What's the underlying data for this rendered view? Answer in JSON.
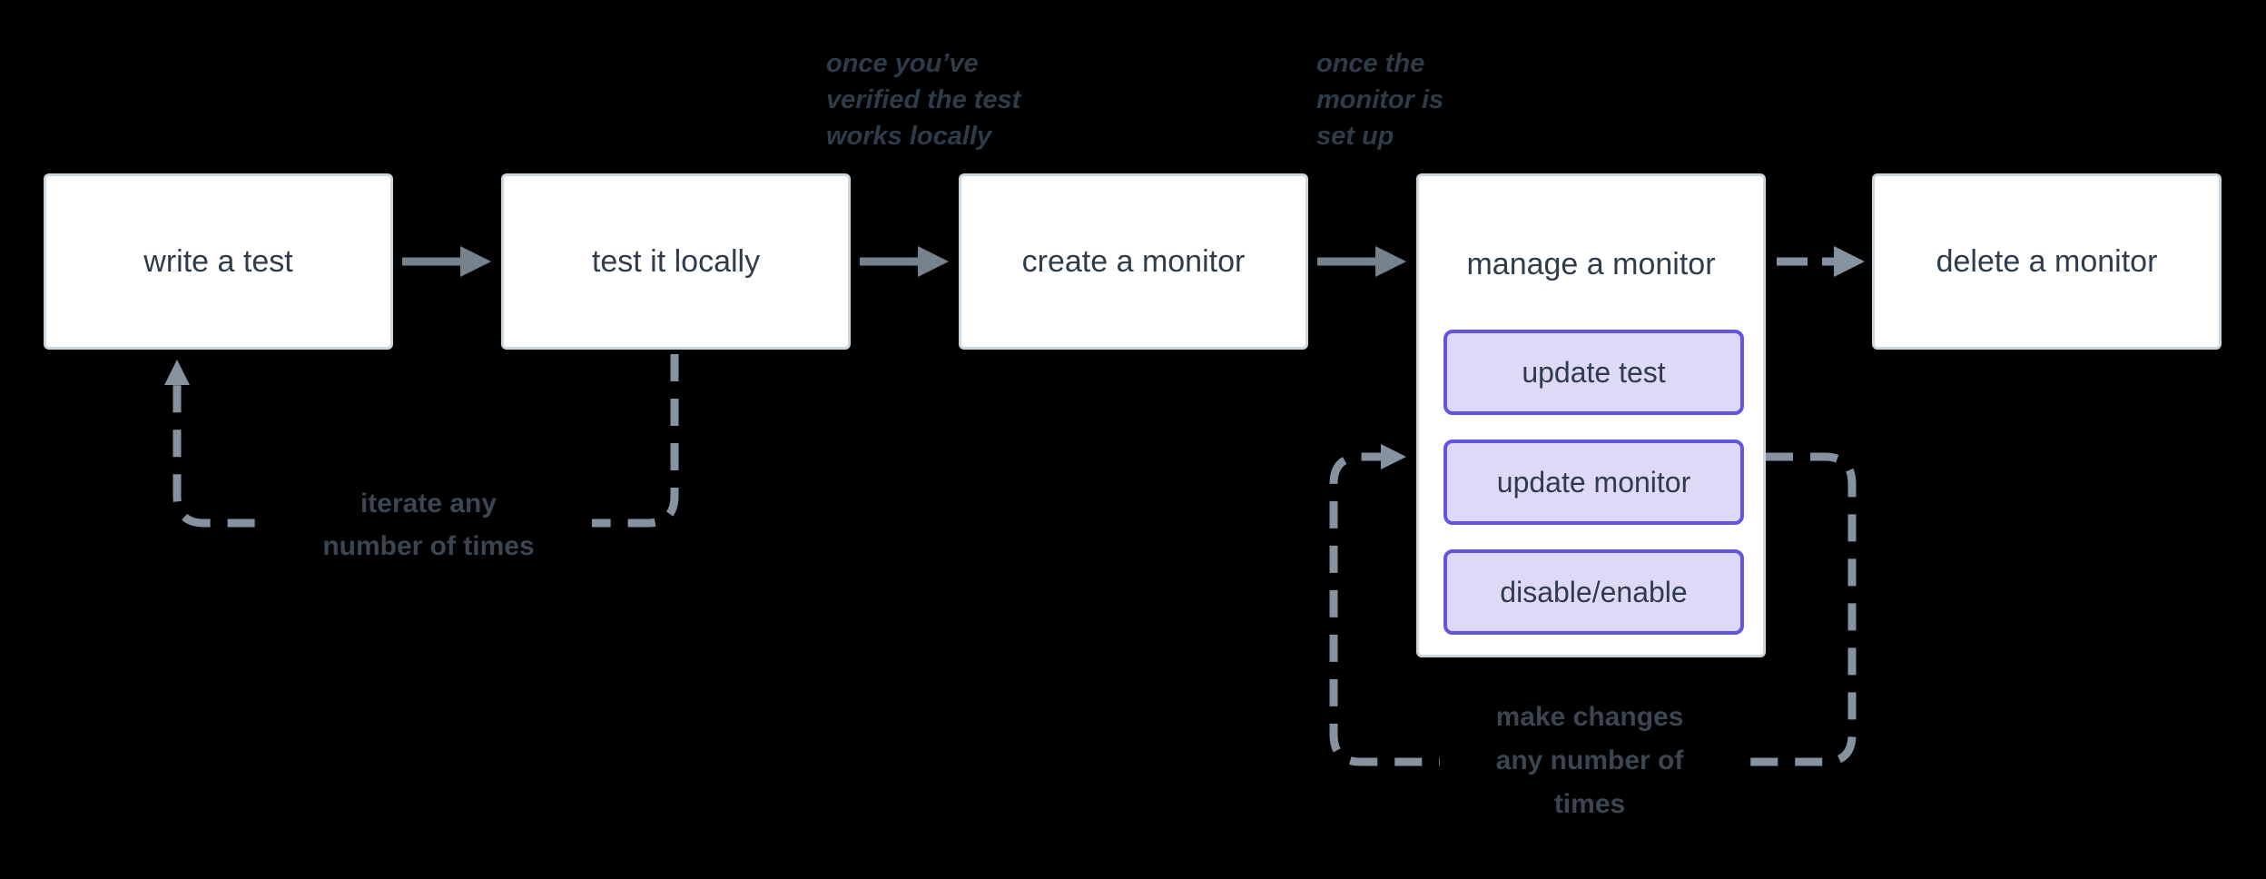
{
  "colors": {
    "background": "#000000",
    "box_fill": "#ffffff",
    "box_border": "#ccd6df",
    "box_text": "#2e3c4b",
    "subbox_fill": "#ded9f7",
    "subbox_border": "#6355e0",
    "arrow": "#76838f",
    "dash": "#8593a1",
    "annotation_text": "#2e3c4a",
    "loop_label_text": "#3a4652"
  },
  "nodes": {
    "write_test": {
      "label": "write a test"
    },
    "test_locally": {
      "label": "test it locally"
    },
    "create_monitor": {
      "label": "create a monitor"
    },
    "manage_monitor": {
      "label": "manage a monitor",
      "actions": [
        {
          "label": "update test"
        },
        {
          "label": "update monitor"
        },
        {
          "label": "disable/enable"
        }
      ]
    },
    "delete_monitor": {
      "label": "delete a monitor"
    }
  },
  "annotations": {
    "verified": {
      "line1": "once you’ve",
      "line2": "verified the test",
      "line3": "works locally"
    },
    "setup": {
      "line1": "once the",
      "line2": "monitor is",
      "line3": "set up"
    }
  },
  "loop_labels": {
    "iterate": {
      "line1": "iterate any",
      "line2": "number of times"
    },
    "changes": {
      "line1": "make changes",
      "line2": "any number of",
      "line3": "times"
    }
  }
}
